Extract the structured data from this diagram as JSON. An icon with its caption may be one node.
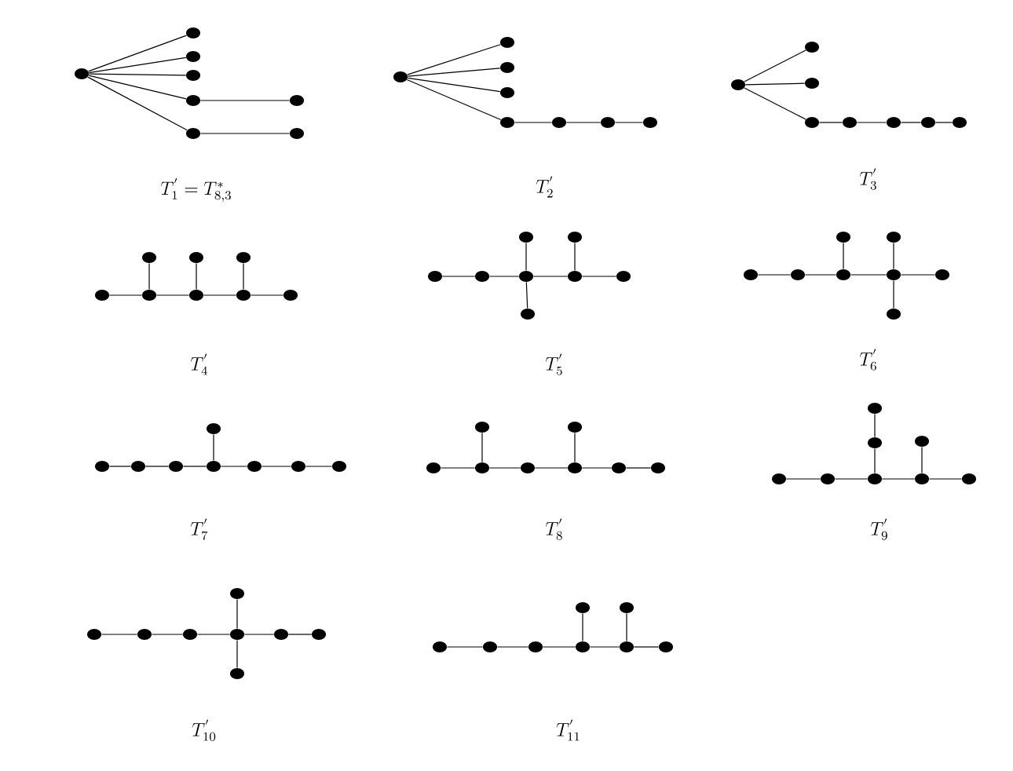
{
  "diagram": {
    "nodes": [
      {
        "text": [],
        "shape": "circle"
      },
      {
        "text": [],
        "shape": "circle"
      },
      {
        "text": [],
        "shape": "circle"
      },
      {
        "text": [],
        "shape": "circle"
      },
      {
        "text": [],
        "shape": "circle"
      },
      {
        "text": [],
        "shape": "circle"
      },
      {
        "text": [],
        "shape": "circle"
      },
      {
        "text": [],
        "shape": "circle"
      },
      {
        "text": [],
        "shape": "circle"
      },
      {
        "text": [],
        "shape": "circle"
      },
      {
        "text": [],
        "shape": "circle"
      },
      {
        "text": [],
        "shape": "circle"
      },
      {
        "text": [],
        "shape": "circle"
      },
      {
        "text": [],
        "shape": "circle"
      },
      {
        "text": [],
        "shape": "circle"
      },
      {
        "text": [],
        "shape": "circle"
      },
      {
        "text": [],
        "shape": "circle"
      },
      {
        "text": [],
        "shape": "circle"
      },
      {
        "text": [],
        "shape": "circle"
      },
      {
        "text": [],
        "shape": "circle"
      },
      {
        "text": [],
        "shape": "circle"
      },
      {
        "text": [],
        "shape": "circle"
      },
      {
        "text": [],
        "shape": "circle"
      },
      {
        "text": [],
        "shape": "circle"
      },
      {
        "text": [],
        "shape": "circle"
      },
      {
        "text": [],
        "shape": "circle"
      },
      {
        "text": [],
        "shape": "circle"
      },
      {
        "text": [],
        "shape": "circle"
      },
      {
        "text": [],
        "shape": "circle"
      },
      {
        "text": [],
        "shape": "circle"
      },
      {
        "text": [],
        "shape": "circle"
      },
      {
        "text": [],
        "shape": "circle"
      },
      {
        "text": [],
        "shape": "circle"
      },
      {
        "text": [],
        "shape": "circle"
      },
      {
        "text": [],
        "shape": "circle"
      },
      {
        "text": [],
        "shape": "circle"
      },
      {
        "text": [],
        "shape": "circle"
      },
      {
        "text": [],
        "shape": "circle"
      },
      {
        "text": [],
        "shape": "circle"
      },
      {
        "text": [],
        "shape": "circle"
      },
      {
        "text": [],
        "shape": "circle"
      },
      {
        "text": [],
        "shape": "circle"
      },
      {
        "text": [],
        "shape": "circle"
      },
      {
        "text": [],
        "shape": "circle"
      },
      {
        "text": [],
        "shape": "circle"
      },
      {
        "text": [],
        "shape": "circle"
      },
      {
        "text": [],
        "shape": "circle"
      },
      {
        "text": [],
        "shape": "circle"
      },
      {
        "text": [],
        "shape": "circle"
      },
      {
        "text": [],
        "shape": "circle"
      },
      {
        "text": [],
        "shape": "circle"
      },
      {
        "text": [],
        "shape": "circle"
      },
      {
        "text": [],
        "shape": "circle"
      },
      {
        "text": [],
        "shape": "circle"
      },
      {
        "text": [],
        "shape": "circle"
      },
      {
        "text": [],
        "shape": "circle"
      },
      {
        "text": [],
        "shape": "circle"
      },
      {
        "text": [],
        "shape": "circle"
      },
      {
        "text": [],
        "shape": "circle"
      },
      {
        "text": [],
        "shape": "circle"
      },
      {
        "text": [],
        "shape": "circle"
      },
      {
        "text": [],
        "shape": "circle"
      },
      {
        "text": [],
        "shape": "circle"
      },
      {
        "text": [],
        "shape": "circle"
      },
      {
        "text": [],
        "shape": "circle"
      },
      {
        "text": [],
        "shape": "circle"
      },
      {
        "text": [],
        "shape": "circle"
      },
      {
        "text": [],
        "shape": "circle"
      },
      {
        "text": [],
        "shape": "circle"
      },
      {
        "text": [],
        "shape": "circle"
      },
      {
        "text": [],
        "shape": "circle"
      },
      {
        "text": [],
        "shape": "circle"
      },
      {
        "text": [],
        "shape": "circle"
      },
      {
        "text": [],
        "shape": "circle"
      },
      {
        "text": [],
        "shape": "circle"
      },
      {
        "text": [],
        "shape": "circle"
      },
      {
        "text": [],
        "shape": "circle"
      },
      {
        "text": [],
        "shape": "circle"
      },
      {
        "text": [],
        "shape": "circle"
      },
      {
        "text": [],
        "shape": "circle"
      },
      {
        "text": [],
        "shape": "circle"
      },
      {
        "text": [],
        "shape": "circle"
      },
      {
        "text": [],
        "shape": "circle"
      },
      {
        "text": [],
        "shape": "circle"
      },
      {
        "text": [],
        "shape": "circle"
      },
      {
        "text": [],
        "shape": "circle"
      },
      {
        "text": [],
        "shape": "circle"
      },
      {
        "text": [],
        "shape": "circle"
      }
    ],
    "edges": [
      {
        "from": 0,
        "to": 1,
        "arrow": "none"
      },
      {
        "from": 0,
        "to": 2,
        "arrow": "none"
      },
      {
        "from": 0,
        "to": 3,
        "arrow": "none"
      },
      {
        "from": 0,
        "to": 4,
        "arrow": "none"
      },
      {
        "from": 0,
        "to": 5,
        "arrow": "none"
      },
      {
        "from": 4,
        "to": 6,
        "arrow": "none"
      },
      {
        "from": 5,
        "to": 7,
        "arrow": "none"
      },
      {
        "from": 8,
        "to": 9,
        "arrow": "none"
      },
      {
        "from": 8,
        "to": 10,
        "arrow": "none"
      },
      {
        "from": 8,
        "to": 11,
        "arrow": "none"
      },
      {
        "from": 8,
        "to": 12,
        "arrow": "none"
      },
      {
        "from": 12,
        "to": 13,
        "arrow": "none"
      },
      {
        "from": 13,
        "to": 14,
        "arrow": "none"
      },
      {
        "from": 14,
        "to": 15,
        "arrow": "none"
      },
      {
        "from": 16,
        "to": 17,
        "arrow": "none"
      },
      {
        "from": 16,
        "to": 18,
        "arrow": "none"
      },
      {
        "from": 16,
        "to": 19,
        "arrow": "none"
      },
      {
        "from": 19,
        "to": 20,
        "arrow": "none"
      },
      {
        "from": 20,
        "to": 21,
        "arrow": "none"
      },
      {
        "from": 21,
        "to": 22,
        "arrow": "none"
      },
      {
        "from": 22,
        "to": 23,
        "arrow": "none"
      },
      {
        "from": 24,
        "to": 26,
        "arrow": "none"
      },
      {
        "from": 26,
        "to": 28,
        "arrow": "none"
      },
      {
        "from": 28,
        "to": 30,
        "arrow": "none"
      },
      {
        "from": 30,
        "to": 31,
        "arrow": "none"
      },
      {
        "from": 26,
        "to": 25,
        "arrow": "none"
      },
      {
        "from": 28,
        "to": 27,
        "arrow": "none"
      },
      {
        "from": 30,
        "to": 29,
        "arrow": "none"
      },
      {
        "from": 32,
        "to": 33,
        "arrow": "none"
      },
      {
        "from": 33,
        "to": 35,
        "arrow": "none"
      },
      {
        "from": 35,
        "to": 38,
        "arrow": "none"
      },
      {
        "from": 38,
        "to": 39,
        "arrow": "none"
      },
      {
        "from": 35,
        "to": 34,
        "arrow": "none"
      },
      {
        "from": 38,
        "to": 37,
        "arrow": "none"
      },
      {
        "from": 35,
        "to": 36,
        "arrow": "none"
      },
      {
        "from": 40,
        "to": 41,
        "arrow": "none"
      },
      {
        "from": 41,
        "to": 43,
        "arrow": "none"
      },
      {
        "from": 43,
        "to": 45,
        "arrow": "none"
      },
      {
        "from": 45,
        "to": 47,
        "arrow": "none"
      },
      {
        "from": 43,
        "to": 42,
        "arrow": "none"
      },
      {
        "from": 45,
        "to": 44,
        "arrow": "none"
      },
      {
        "from": 45,
        "to": 46,
        "arrow": "none"
      },
      {
        "from": 48,
        "to": 49,
        "arrow": "none"
      },
      {
        "from": 49,
        "to": 50,
        "arrow": "none"
      },
      {
        "from": 50,
        "to": 52,
        "arrow": "none"
      },
      {
        "from": 52,
        "to": 53,
        "arrow": "none"
      },
      {
        "from": 53,
        "to": 54,
        "arrow": "none"
      },
      {
        "from": 54,
        "to": 55,
        "arrow": "none"
      },
      {
        "from": 52,
        "to": 51,
        "arrow": "none"
      },
      {
        "from": 56,
        "to": 58,
        "arrow": "none"
      },
      {
        "from": 58,
        "to": 59,
        "arrow": "none"
      },
      {
        "from": 59,
        "to": 61,
        "arrow": "none"
      },
      {
        "from": 61,
        "to": 62,
        "arrow": "none"
      },
      {
        "from": 62,
        "to": 63,
        "arrow": "none"
      },
      {
        "from": 58,
        "to": 57,
        "arrow": "none"
      },
      {
        "from": 61,
        "to": 60,
        "arrow": "none"
      },
      {
        "from": 64,
        "to": 65,
        "arrow": "none"
      },
      {
        "from": 65,
        "to": 68,
        "arrow": "none"
      },
      {
        "from": 68,
        "to": 70,
        "arrow": "none"
      },
      {
        "from": 70,
        "to": 71,
        "arrow": "none"
      },
      {
        "from": 68,
        "to": 67,
        "arrow": "none"
      },
      {
        "from": 67,
        "to": 66,
        "arrow": "none"
      },
      {
        "from": 70,
        "to": 69,
        "arrow": "none"
      },
      {
        "from": 72,
        "to": 73,
        "arrow": "none"
      },
      {
        "from": 73,
        "to": 74,
        "arrow": "none"
      },
      {
        "from": 74,
        "to": 76,
        "arrow": "none"
      },
      {
        "from": 76,
        "to": 78,
        "arrow": "none"
      },
      {
        "from": 78,
        "to": 79,
        "arrow": "none"
      },
      {
        "from": 76,
        "to": 75,
        "arrow": "none"
      },
      {
        "from": 76,
        "to": 77,
        "arrow": "none"
      },
      {
        "from": 80,
        "to": 81,
        "arrow": "none"
      },
      {
        "from": 81,
        "to": 82,
        "arrow": "none"
      },
      {
        "from": 82,
        "to": 84,
        "arrow": "none"
      },
      {
        "from": 84,
        "to": 86,
        "arrow": "none"
      },
      {
        "from": 86,
        "to": 87,
        "arrow": "none"
      },
      {
        "from": 84,
        "to": 83,
        "arrow": "none"
      },
      {
        "from": 86,
        "to": 85,
        "arrow": "none"
      }
    ],
    "labels": [
      "T_{1}^{'} = T_{8,3}^{*}",
      "T_{2}^{'}",
      "T_{3}^{'}",
      "T_{4}^{'}",
      "T_{5}^{'}",
      "T_{6}^{'}",
      "T_{7}^{'}",
      "T_{8}^{'}",
      "T_{9}^{'}",
      "T_{10}^{'}",
      "T_{11}^{'}"
    ]
  }
}
